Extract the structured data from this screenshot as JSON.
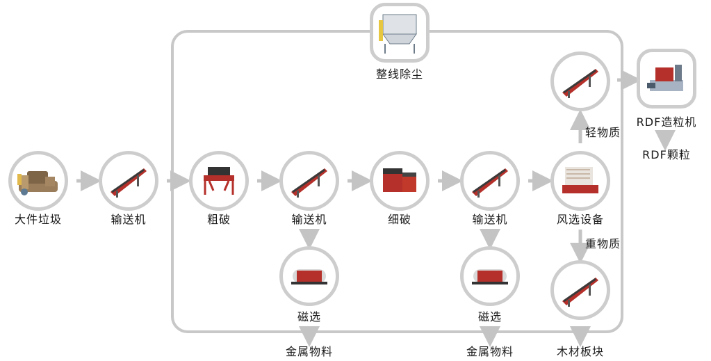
{
  "nodes": {
    "waste": "大件垃圾",
    "conveyor1": "输送机",
    "coarse": "粗破",
    "conveyor2": "输送机",
    "fine": "细破",
    "conveyor3": "输送机",
    "air_sep": "风选设备",
    "dust": "整线除尘",
    "mag1": "磁选",
    "mag2": "磁选",
    "pellet": "RDF造粒机",
    "rdf": "RDF颗粒",
    "metal1": "金属物料",
    "metal2": "金属物料",
    "wood": "木材板块"
  },
  "edges": {
    "light": "轻物质",
    "heavy": "重物质"
  },
  "colors": {
    "machine_red": "#b5302a",
    "ring": "#cdcdcd",
    "arrow": "#c4c4c4",
    "frame": "#c8c8c8"
  }
}
